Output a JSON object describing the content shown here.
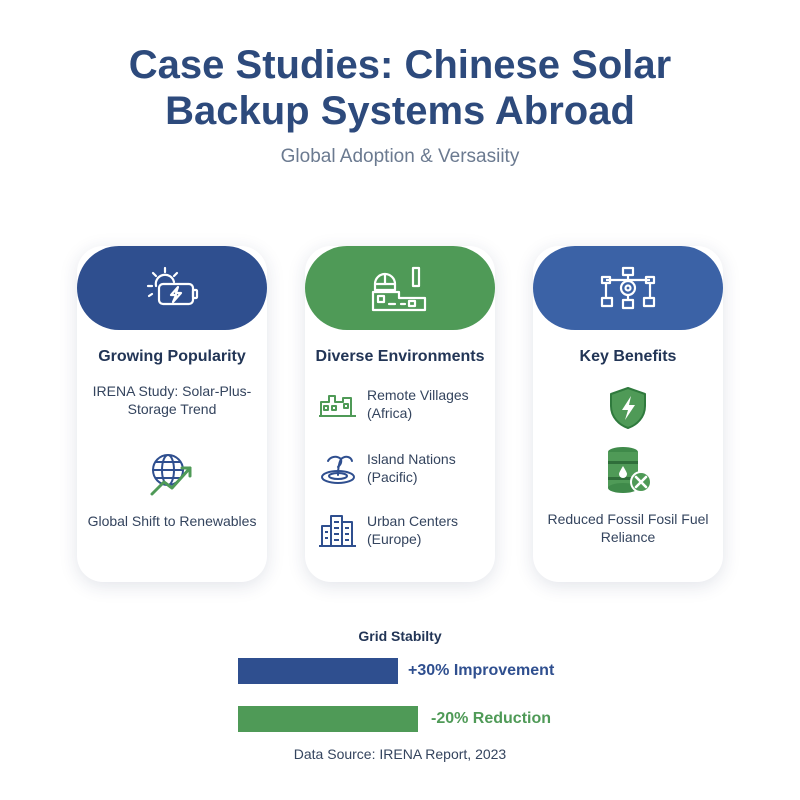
{
  "header": {
    "title_line1": "Case Studies: Chinese Solar",
    "title_line2": "Backup Systems Abroad",
    "subtitle": "Global Adoption & Versasiity"
  },
  "colors": {
    "primary_blue": "#2f4f8f",
    "green": "#4f9a57",
    "secondary_blue": "#3b62a6",
    "title": "#2d4a7c"
  },
  "cards": {
    "popularity": {
      "heading": "Growing Popularity",
      "header_icon": "solar-battery-icon",
      "study": "IRENA Study: Solar-Plus-Storage Trend",
      "trend_icon": "globe-growth-icon",
      "shift": "Global Shift to Renewables"
    },
    "environments": {
      "heading": "Diverse Environments",
      "header_icon": "factory-icon",
      "items": [
        {
          "icon": "village-icon",
          "label": "Remote Villages (Africa)"
        },
        {
          "icon": "island-icon",
          "label": "Island Nations (Pacific)"
        },
        {
          "icon": "city-icon",
          "label": "Urban Centers (Europe)"
        }
      ]
    },
    "benefits": {
      "heading": "Key Benefits",
      "header_icon": "network-icon",
      "shield_icon": "energy-shield-icon",
      "barrel_icon": "oil-barrel-no-icon",
      "text": "Reduced Fossil Fosil Fuel Reliance"
    }
  },
  "grid": {
    "title": "Grid Stabilty",
    "improvement": {
      "label": "+30% Improvement",
      "percent": 30
    },
    "reduction": {
      "label": "-20% Reduction",
      "percent": -20
    }
  },
  "source": "Data Source: IRENA Report, 2023"
}
